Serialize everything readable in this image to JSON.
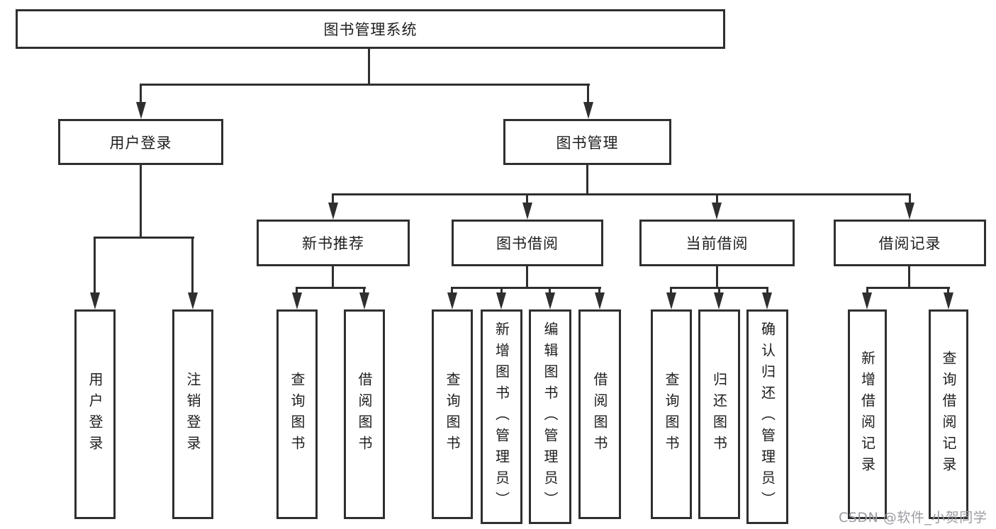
{
  "diagram": {
    "root": {
      "label": "图书管理系统"
    },
    "user_login": {
      "label": "用户登录",
      "children": [
        {
          "label": "用户登录"
        },
        {
          "label": "注销登录"
        }
      ]
    },
    "book_mgmt": {
      "label": "图书管理",
      "sections": [
        {
          "label": "新书推荐",
          "children": [
            {
              "label": "查询图书"
            },
            {
              "label": "借阅图书"
            }
          ]
        },
        {
          "label": "图书借阅",
          "children": [
            {
              "label": "查询图书"
            },
            {
              "label": "新增图书（管理员）"
            },
            {
              "label": "编辑图书（管理员）"
            },
            {
              "label": "借阅图书"
            }
          ]
        },
        {
          "label": "当前借阅",
          "children": [
            {
              "label": "查询图书"
            },
            {
              "label": "归还图书"
            },
            {
              "label": "确认归还（管理员）"
            }
          ]
        },
        {
          "label": "借阅记录",
          "children": [
            {
              "label": "新增借阅记录"
            },
            {
              "label": "查询借阅记录"
            }
          ]
        }
      ]
    }
  },
  "watermark": {
    "text": "CSDN @软件_小贺同学"
  },
  "colors": {
    "line": "#2f2f2f",
    "box_border": "#2f2f2f",
    "text": "#1e1e1e",
    "watermark": "#9b9ba3",
    "background": "#ffffff"
  }
}
